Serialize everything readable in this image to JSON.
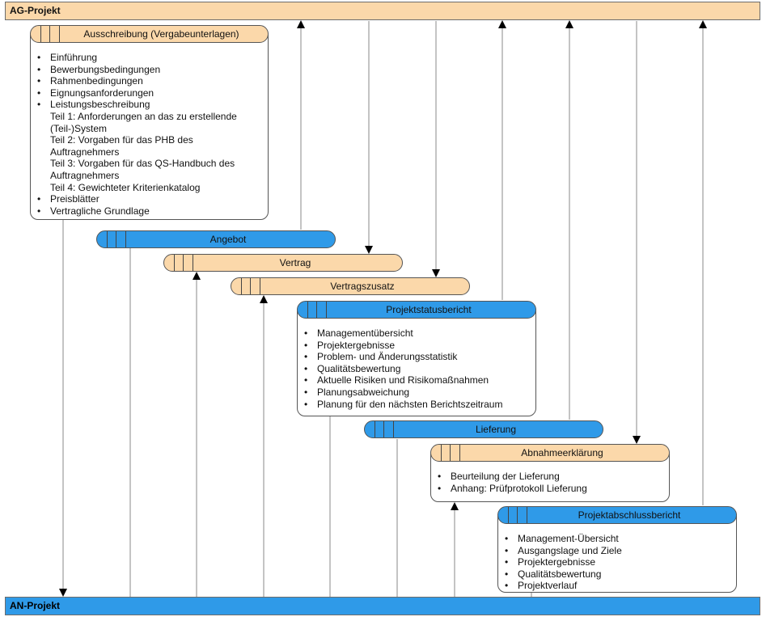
{
  "lanes": {
    "top": "AG-Projekt",
    "bottom": "AN-Projekt"
  },
  "documents": {
    "ausschreibung": {
      "title": "Ausschreibung (Vergabeunterlagen)",
      "items": [
        {
          "text": "Einführung",
          "bullet": true
        },
        {
          "text": "Bewerbungsbedingungen",
          "bullet": true
        },
        {
          "text": "Rahmenbedingungen",
          "bullet": true
        },
        {
          "text": "Eignungsanforderungen",
          "bullet": true
        },
        {
          "text": "Leistungsbeschreibung",
          "bullet": true
        },
        {
          "text": "Teil 1: Anforderungen an das zu erstellende",
          "bullet": false
        },
        {
          "text": "(Teil-)System",
          "bullet": false
        },
        {
          "text": "Teil 2: Vorgaben für das PHB des",
          "bullet": false
        },
        {
          "text": "Auftragnehmers",
          "bullet": false
        },
        {
          "text": "Teil 3: Vorgaben für das QS-Handbuch des",
          "bullet": false
        },
        {
          "text": "Auftragnehmers",
          "bullet": false
        },
        {
          "text": "Teil 4: Gewichteter Kriterienkatalog",
          "bullet": false
        },
        {
          "text": "Preisblätter",
          "bullet": true
        },
        {
          "text": "Vertragliche Grundlage",
          "bullet": true
        }
      ]
    },
    "angebot": {
      "title": "Angebot"
    },
    "vertrag": {
      "title": "Vertrag"
    },
    "vertragszusatz": {
      "title": "Vertragszusatz"
    },
    "projektstatusbericht": {
      "title": "Projektstatusbericht",
      "items": [
        {
          "text": "Managementübersicht",
          "bullet": true
        },
        {
          "text": "Projektergebnisse",
          "bullet": true
        },
        {
          "text": "Problem- und Änderungsstatistik",
          "bullet": true
        },
        {
          "text": "Qualitätsbewertung",
          "bullet": true
        },
        {
          "text": "Aktuelle Risiken und Risikomaßnahmen",
          "bullet": true
        },
        {
          "text": "Planungsabweichung",
          "bullet": true
        },
        {
          "text": "Planung für den nächsten Berichtszeitraum",
          "bullet": true
        }
      ]
    },
    "lieferung": {
      "title": "Lieferung"
    },
    "abnahmeerklaerung": {
      "title": "Abnahmeerklärung",
      "items": [
        {
          "text": "Beurteilung der Lieferung",
          "bullet": true
        },
        {
          "text": "Anhang: Prüfprotokoll Lieferung",
          "bullet": true
        }
      ]
    },
    "projektabschlussbericht": {
      "title": "Projektabschlussbericht",
      "items": [
        {
          "text": "Management-Übersicht",
          "bullet": true
        },
        {
          "text": "Ausgangslage und Ziele",
          "bullet": true
        },
        {
          "text": "Projektergebnisse",
          "bullet": true
        },
        {
          "text": "Qualitätsbewertung",
          "bullet": true
        },
        {
          "text": "Projektverlauf",
          "bullet": true
        }
      ]
    }
  },
  "colors": {
    "ag_orange": "#fbd8aa",
    "an_blue": "#2f9ae8",
    "line": "#888888",
    "arrow": "#000000"
  }
}
